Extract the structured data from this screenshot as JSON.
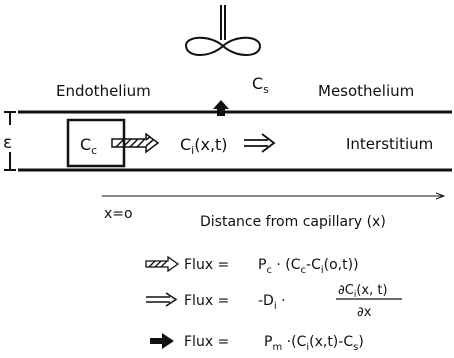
{
  "labels": {
    "endothelium": "Endothelium",
    "mesothelium": "Mesothelium",
    "cs": "C",
    "cs_sub": "s",
    "epsilon": "ε",
    "cc": "C",
    "cc_sub": "c",
    "ci": "C",
    "ci_sub": "i",
    "ci_args": "(x,t)",
    "interstitium": "Interstitium",
    "x_origin": "x=o",
    "distance": "Distance from capillary (x)"
  },
  "equations": {
    "flux_label": "Flux =",
    "eq1": "P",
    "eq1_sub": "c",
    "eq1_rest": " · (C",
    "eq1_sub2": "c",
    "eq1_tail": "-C",
    "eq1_sub3": "i",
    "eq1_end": "(o,t))",
    "eq2_prefix": "-D",
    "eq2_sub": "i",
    "eq2_dot": " · ",
    "eq2_num": "∂C",
    "eq2_num_sub": "i",
    "eq2_num_tail": "(x, t)",
    "eq2_den": "∂x",
    "eq3": "P",
    "eq3_sub": "m",
    "eq3_rest": " ·(C",
    "eq3_sub2": "i",
    "eq3_mid": "(x,t)-C",
    "eq3_sub3": "s",
    "eq3_end": ")"
  }
}
